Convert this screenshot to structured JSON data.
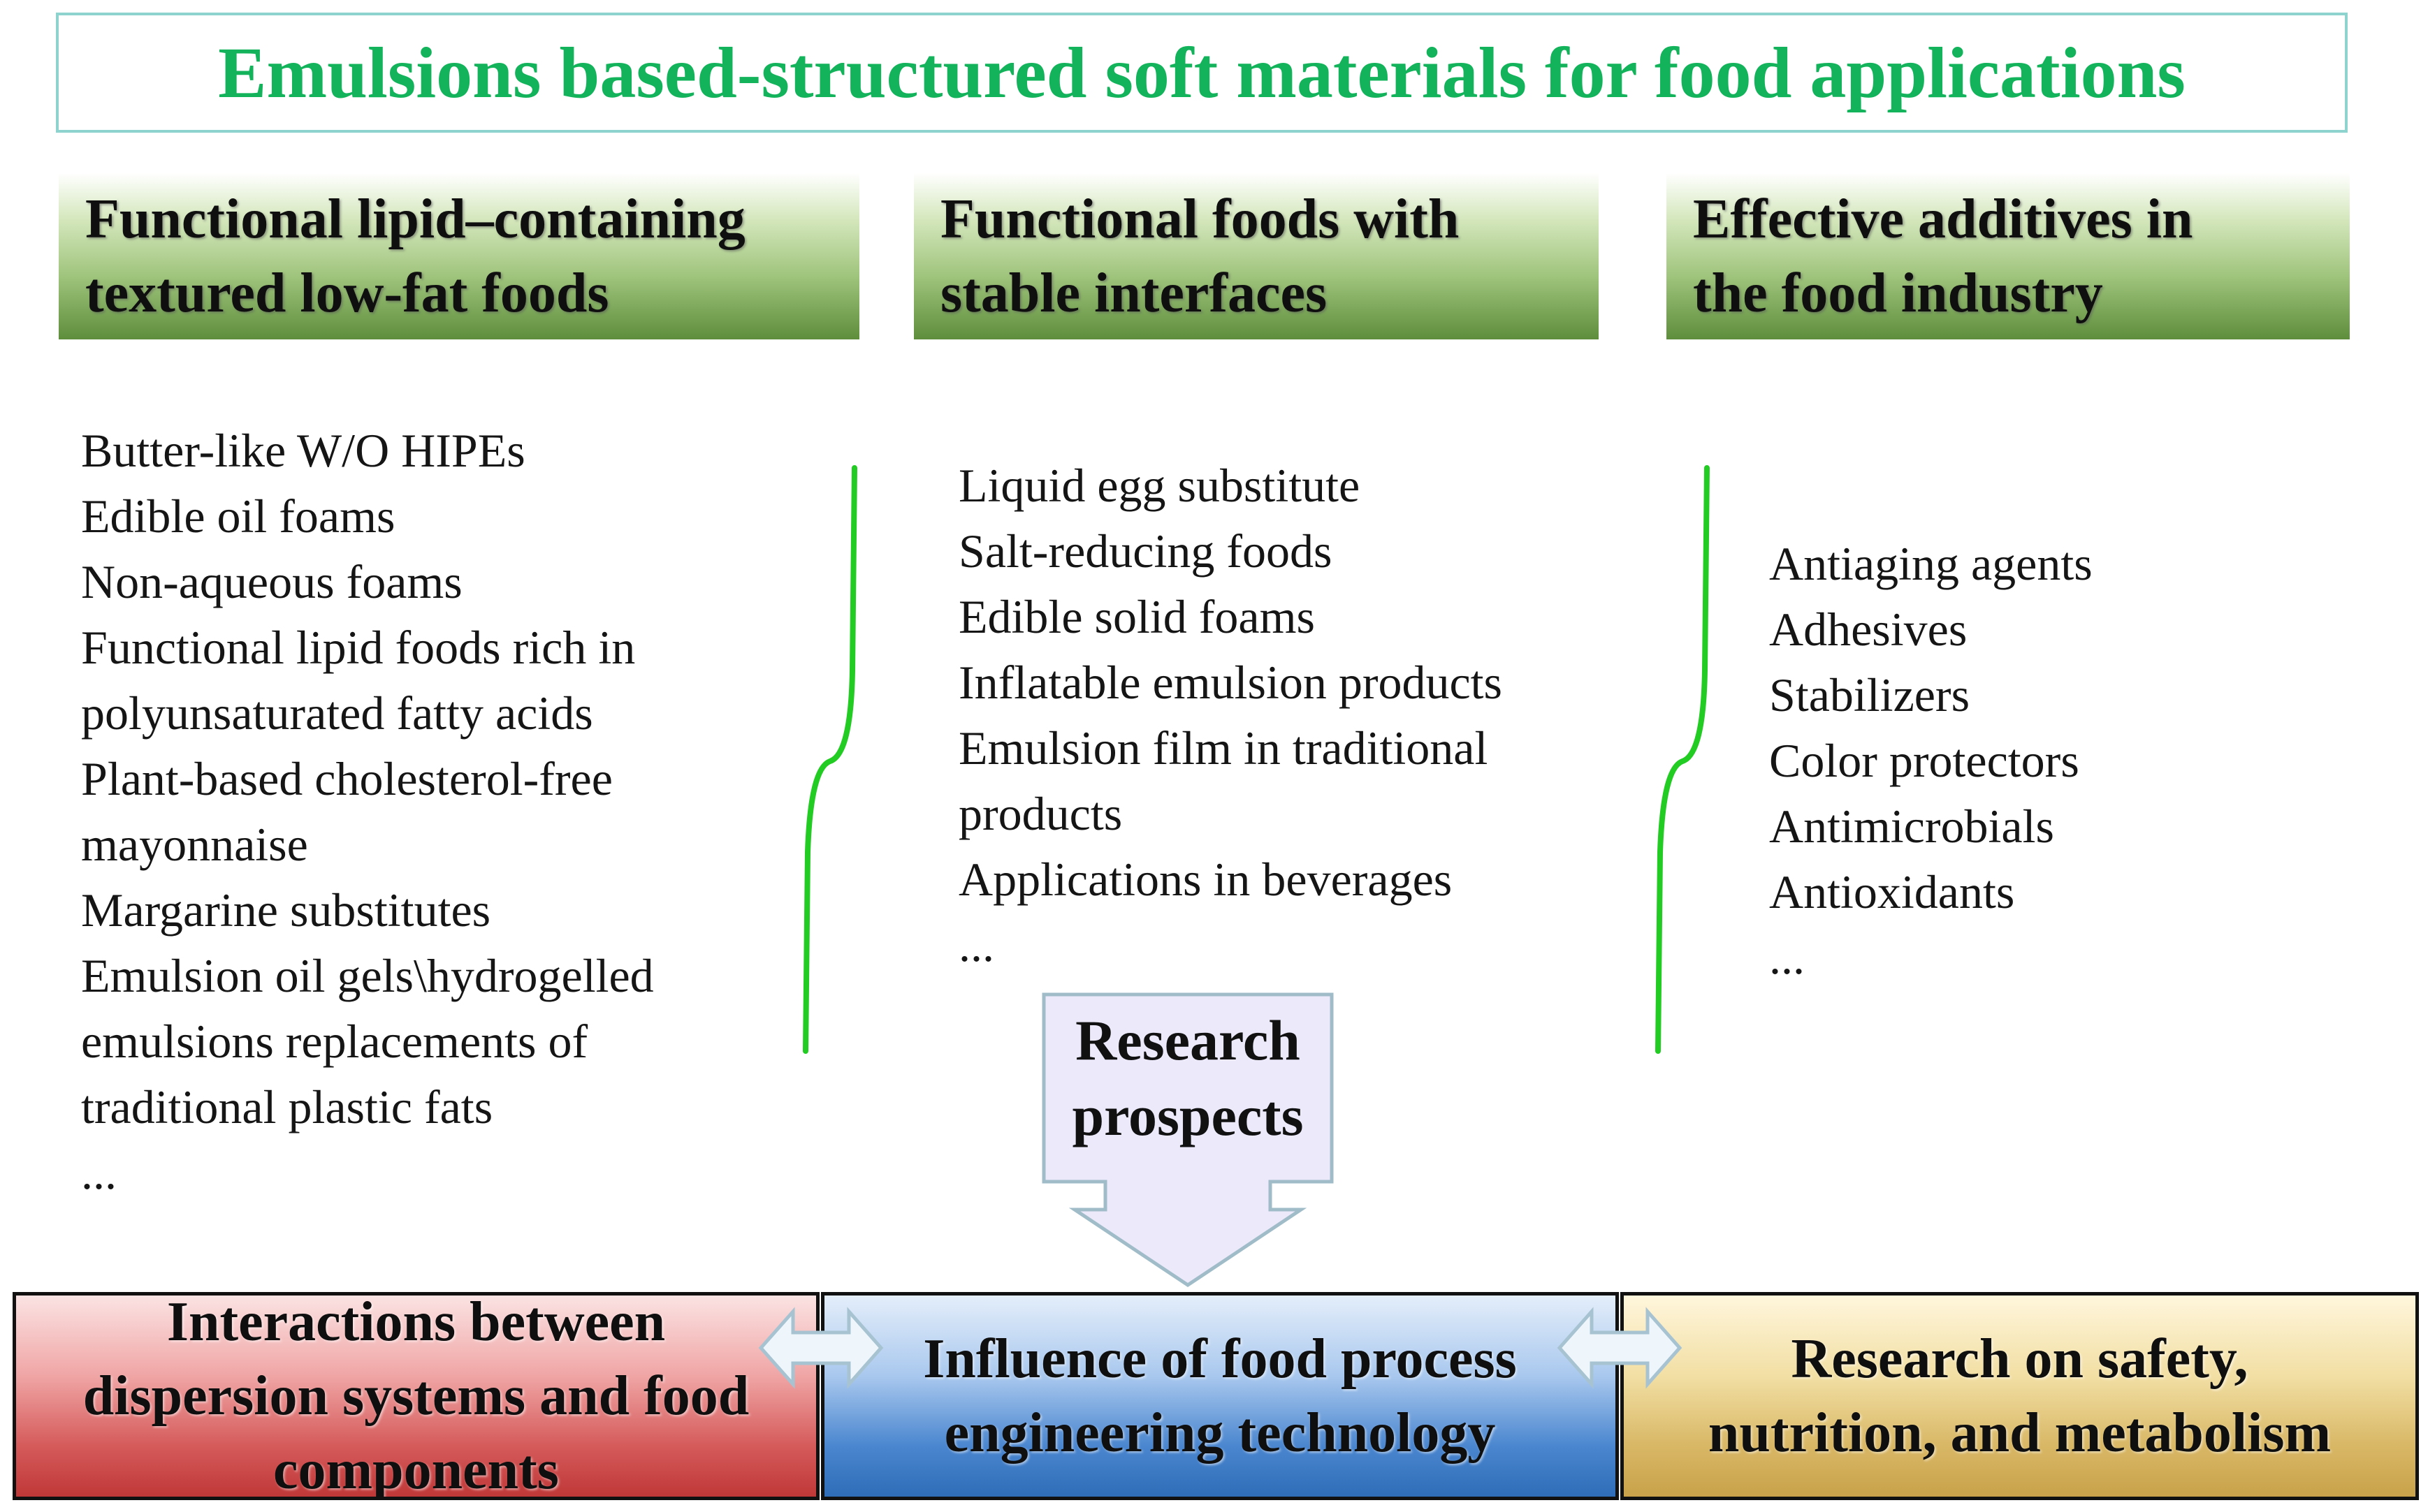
{
  "title": "Emulsions based-structured soft materials for food applications",
  "categories": [
    {
      "heading_lines": [
        "Functional lipid–containing",
        "textured low-fat foods"
      ],
      "items": [
        "Butter-like W/O HIPEs",
        "Edible oil foams",
        "Non-aqueous foams",
        "Functional lipid foods rich in",
        "polyunsaturated fatty acids",
        "Plant-based cholesterol-free",
        "mayonnaise",
        "Margarine substitutes",
        "Emulsion oil gels\\hydrogelled",
        "emulsions replacements of",
        "traditional plastic fats",
        "..."
      ]
    },
    {
      "heading_lines": [
        "Functional foods with",
        "stable interfaces"
      ],
      "items": [
        "Liquid egg substitute",
        "Salt-reducing foods",
        "Edible solid foams",
        "Inflatable emulsion products",
        "Emulsion film in traditional",
        "products",
        "Applications in beverages",
        "..."
      ]
    },
    {
      "heading_lines": [
        "Effective additives in",
        "the food industry"
      ],
      "items": [
        "Antiaging agents",
        "Adhesives",
        "Stabilizers",
        "Color protectors",
        "Antimicrobials",
        "Antioxidants",
        "..."
      ]
    }
  ],
  "prospects": {
    "lines": [
      "Research",
      "prospects"
    ]
  },
  "bottom_boxes": [
    {
      "lines": [
        "Interactions between",
        "dispersion systems and food",
        "components"
      ],
      "color": "#d55a5a"
    },
    {
      "lines": [
        "Influence of food process",
        "engineering technology"
      ],
      "color": "#4a86cf"
    },
    {
      "lines": [
        "Research on safety,",
        "nutrition, and metabolism"
      ],
      "color": "#d8b765"
    }
  ],
  "colors": {
    "title": "#12b35a",
    "brace": "#22cc22",
    "heading_gradient_bottom": "#5e8e3c",
    "arrow_fill": "#ece9fb",
    "arrow_stroke": "#9fbcc8"
  }
}
